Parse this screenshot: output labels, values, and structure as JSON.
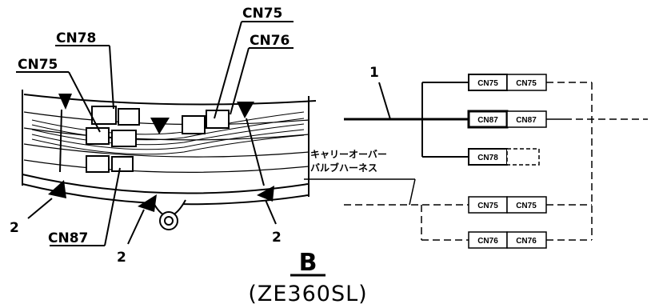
{
  "left_view": {
    "labels": {
      "cn75_top": "CN75",
      "cn76": "CN76",
      "cn78": "CN78",
      "cn75_left": "CN75",
      "cn87": "CN87",
      "ref_a": "2",
      "ref_b": "2",
      "ref_c": "2"
    }
  },
  "schematic": {
    "wire_label": "1",
    "japanese_label_line1": "キャリーオーバー",
    "japanese_label_line2": "バルブハーネス",
    "boxes": {
      "r1_left": "CN75",
      "r1_right": "CN75",
      "r2_left": "CN87",
      "r2_right": "CN87",
      "r3_left": "CN78",
      "r4_left": "CN75",
      "r4_right": "CN75",
      "r5_left": "CN76",
      "r5_right": "CN76"
    }
  },
  "caption": {
    "view_letter": "B",
    "model": "(ZE360SL)"
  }
}
